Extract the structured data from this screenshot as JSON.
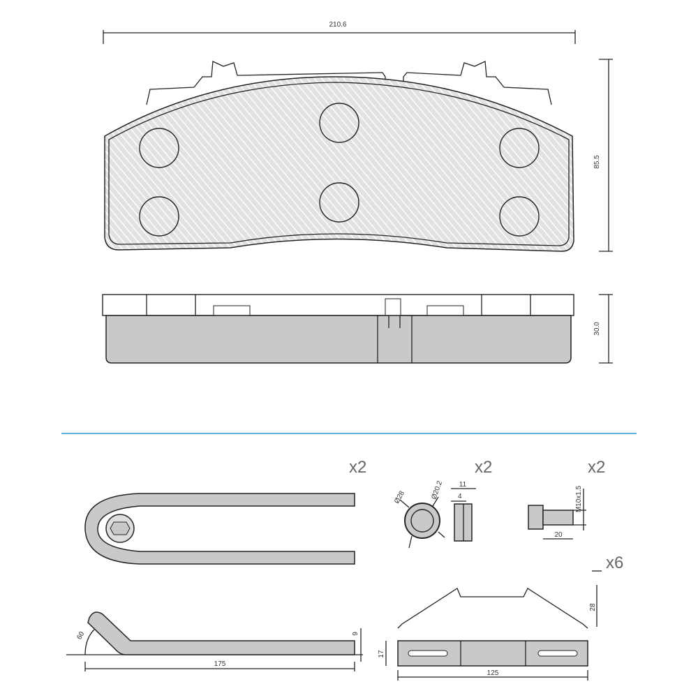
{
  "top_view": {
    "width_label": "210.6",
    "height_label": "85.5"
  },
  "side_view": {
    "thickness_label": "30.0"
  },
  "accent_color": "#5bb4e0",
  "accessories": {
    "spring_clip": {
      "qty": "x2",
      "length_label": "175",
      "angle_label": "60",
      "thickness_label": "9"
    },
    "bushing": {
      "qty": "x2",
      "width_label": "11",
      "inner_label": "4",
      "d1_label": "Ø28",
      "d2_label": "Ø20.2"
    },
    "bolt": {
      "qty": "x2",
      "thread_label": "M10x1.5",
      "length_label": "20"
    },
    "spring_plate": {
      "qty": "x6",
      "height_label": "28",
      "length_label": "125",
      "thickness_label": "17"
    }
  }
}
